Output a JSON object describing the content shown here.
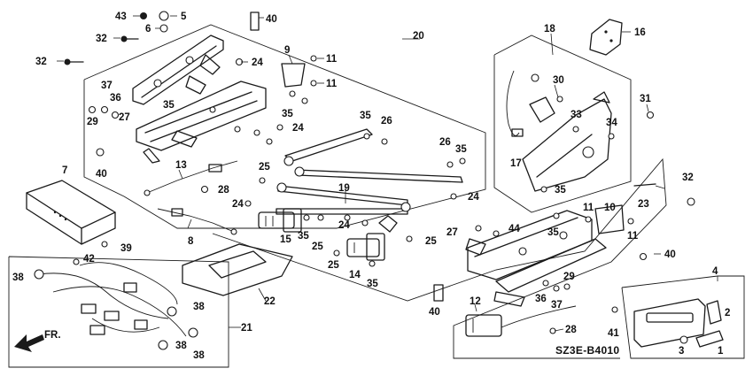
{
  "diagram_code": "SZ3E-B4010",
  "direction_label": "FR.",
  "callouts": [
    "1",
    "2",
    "3",
    "4",
    "5",
    "6",
    "7",
    "8",
    "9",
    "10",
    "11",
    "12",
    "13",
    "14",
    "15",
    "16",
    "17",
    "18",
    "19",
    "20",
    "21",
    "22",
    "23",
    "24",
    "25",
    "26",
    "27",
    "28",
    "29",
    "30",
    "31",
    "32",
    "33",
    "34",
    "35",
    "36",
    "37",
    "38",
    "39",
    "40",
    "41",
    "42",
    "43",
    "44"
  ]
}
